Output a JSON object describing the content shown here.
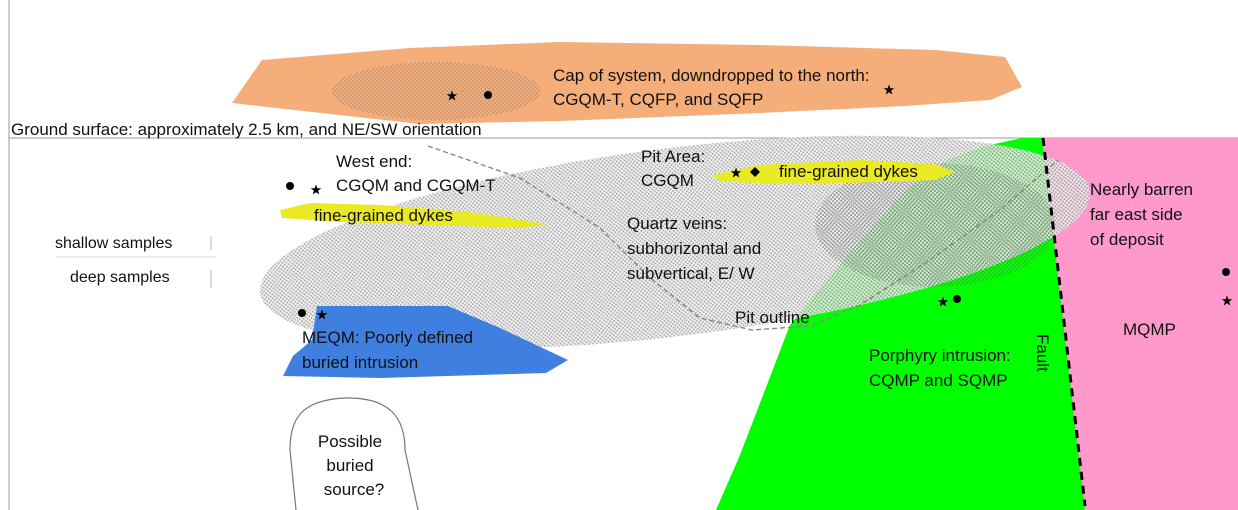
{
  "labels": {
    "cap": "Cap of system, downdropped to the north:",
    "cap_units": "CGQM-T, CQFP, and SQFP",
    "ground_surface": "Ground surface: approximately 2.5 km, and NE/SW orientation",
    "west_end": "West end:",
    "west_end_units": "CGQM and CGQM-T",
    "fine_dykes_west": "fine-grained dykes",
    "pit_area": "Pit Area:",
    "pit_area_unit": "CGQM",
    "fine_dykes_pit": "fine-grained dykes",
    "quartz_veins_1": "Quartz veins:",
    "quartz_veins_2": "subhorizontal and",
    "quartz_veins_3": "subvertical, E/ W",
    "pit_outline": "Pit outline",
    "shallow_samples": "shallow samples",
    "deep_samples": "deep samples",
    "meqm_1": "MEQM: Poorly defined",
    "meqm_2": "buried intrusion",
    "possible_1": "Possible",
    "possible_2": "buried",
    "possible_3": "source?",
    "porphyry_1": "Porphyry intrusion:",
    "porphyry_2": "CQMP and SQMP",
    "fault": "Fault",
    "barren_1": "Nearly barren",
    "barren_2": "far east side",
    "barren_3": "of deposit",
    "mqmp": "MQMP"
  },
  "colors": {
    "cap": "#f5ad79",
    "porphyry": "#00ff00",
    "mqmp": "#ff99cc",
    "meqm": "#3f7fdf",
    "dykes": "#eaea24",
    "stipple": "#b0b0b0"
  },
  "symbols": [
    "star",
    "dot"
  ]
}
